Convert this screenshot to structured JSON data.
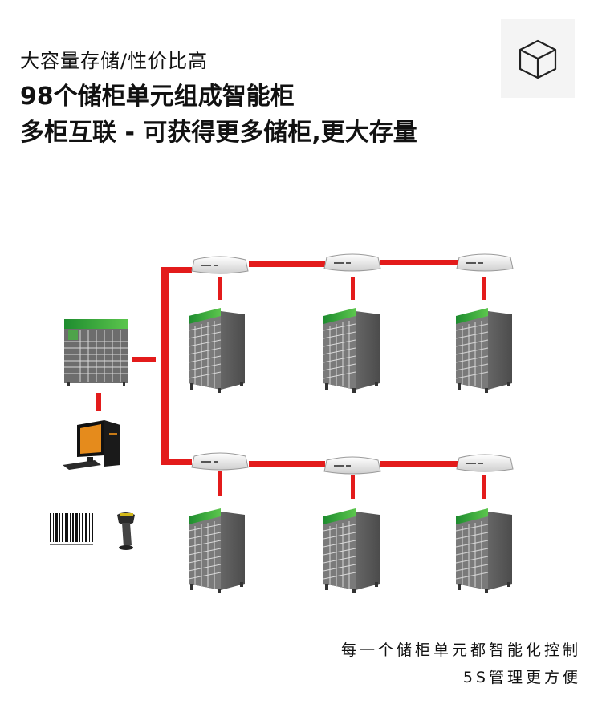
{
  "header": {
    "line1": "大容量存储/性价比高",
    "line2": "98个储柜单元组成智能柜",
    "line3": "多柜互联 -  可获得更多储柜,更大存量"
  },
  "icons": {
    "top_right": "cube-icon",
    "barcode": "barcode-icon",
    "scanner": "barcode-scanner-icon",
    "computer": "desktop-computer-icon",
    "router": "network-router-icon",
    "cabinet": "storage-locker-icon"
  },
  "colors": {
    "link": "#e31b1b",
    "cabinet_body": "#6f6f6f",
    "cabinet_header": "#2aa23a"
  },
  "footer": {
    "line1": "每一个储柜单元都智能化控制",
    "line2": "5S管理更方便"
  }
}
